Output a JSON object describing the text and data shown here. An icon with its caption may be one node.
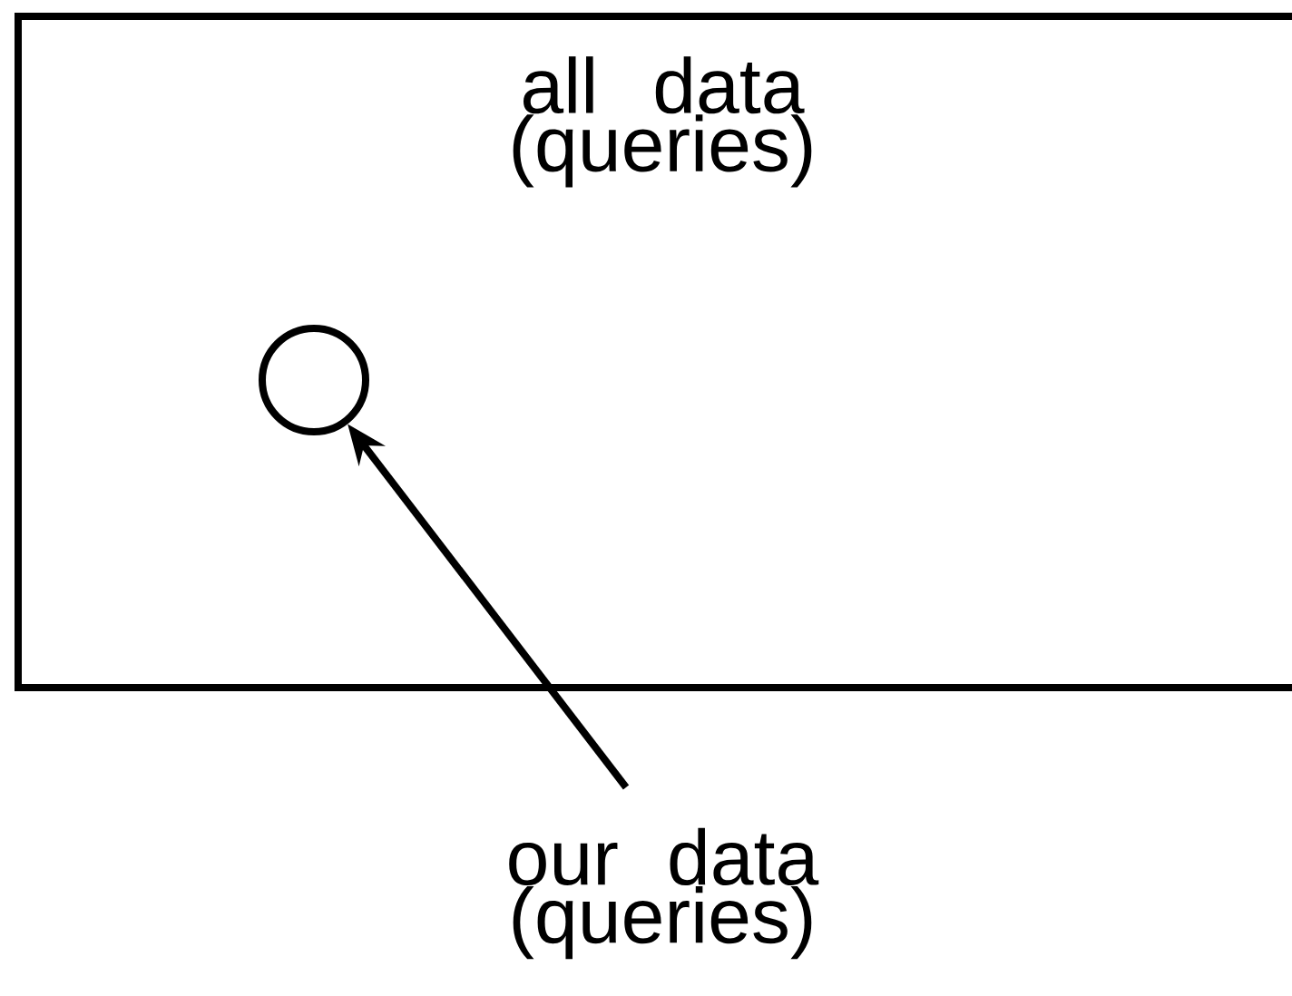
{
  "diagram": {
    "nodes": [
      {
        "text": [
          "all data (queries)"
        ]
      },
      {
        "text": [],
        "shape": "circle",
        "in": 0
      },
      {
        "text": [
          "our data (queries)"
        ]
      }
    ],
    "edges": [
      {
        "from": 2,
        "to": 1,
        "arrow": "to"
      }
    ]
  }
}
